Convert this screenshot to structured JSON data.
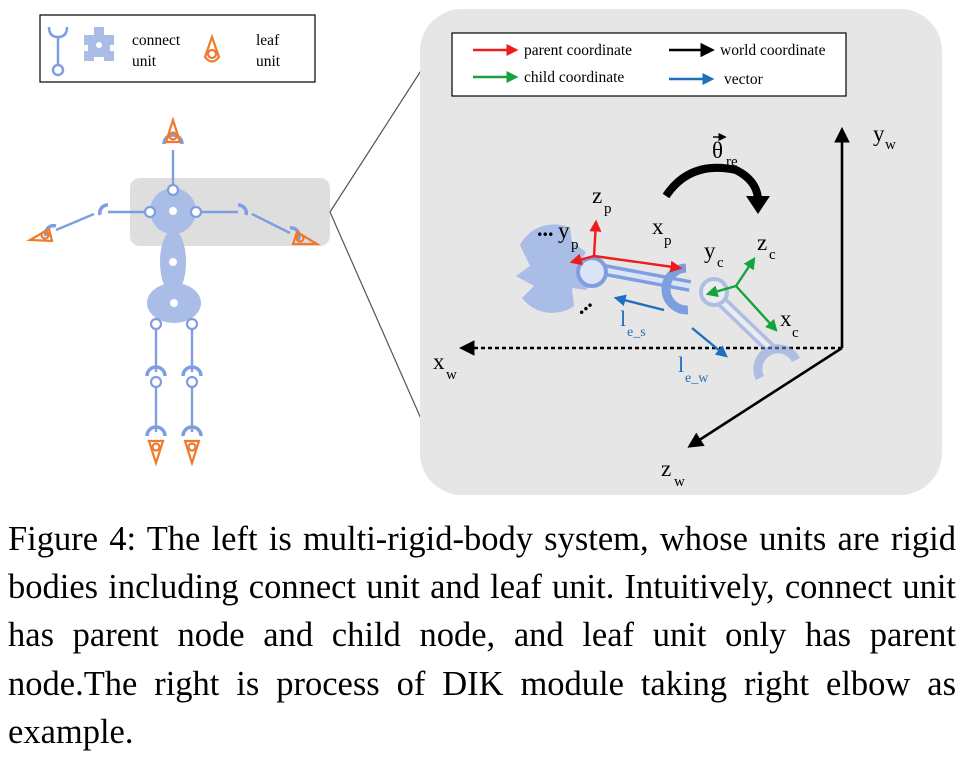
{
  "legend_left": {
    "connect_unit": [
      "connect",
      "unit"
    ],
    "leaf_unit": [
      "leaf",
      "unit"
    ]
  },
  "legend_right": {
    "parent_coordinate": "parent coordinate",
    "world_coordinate": "world coordinate",
    "child_coordinate": "child coordinate",
    "vector": "vector"
  },
  "labels": {
    "y_w": "y",
    "y_w_sub": "w",
    "x_w": "x",
    "x_w_sub": "w",
    "z_w": "z",
    "z_w_sub": "w",
    "z_p": "z",
    "z_p_sub": "p",
    "y_p": "y",
    "y_p_sub": "p",
    "x_p": "x",
    "x_p_sub": "p",
    "y_c": "y",
    "y_c_sub": "c",
    "z_c": "z",
    "z_c_sub": "c",
    "x_c": "x",
    "x_c_sub": "c",
    "theta": "θ",
    "theta_sub": "re",
    "l_es": "l",
    "l_es_sub": "e_s",
    "l_ew": "l",
    "l_ew_sub": "e_w",
    "ellipsis_top": "...",
    "ellipsis_bottom": "..."
  },
  "colors": {
    "parent": "#ee1c1c",
    "child": "#14a33c",
    "world": "#000000",
    "vector": "#1f6fbf",
    "body": "#a9bde6",
    "body_line": "#7f9ee0",
    "leaf": "#ee7a2d",
    "panel": "#e6e6e6"
  },
  "caption": "Figure 4: The left is multi-rigid-body system, whose units are rigid bodies including connect unit and leaf unit. Intuitively, connect unit has parent node and child node, and leaf unit only has parent node.The right is process of DIK module taking right elbow as example."
}
